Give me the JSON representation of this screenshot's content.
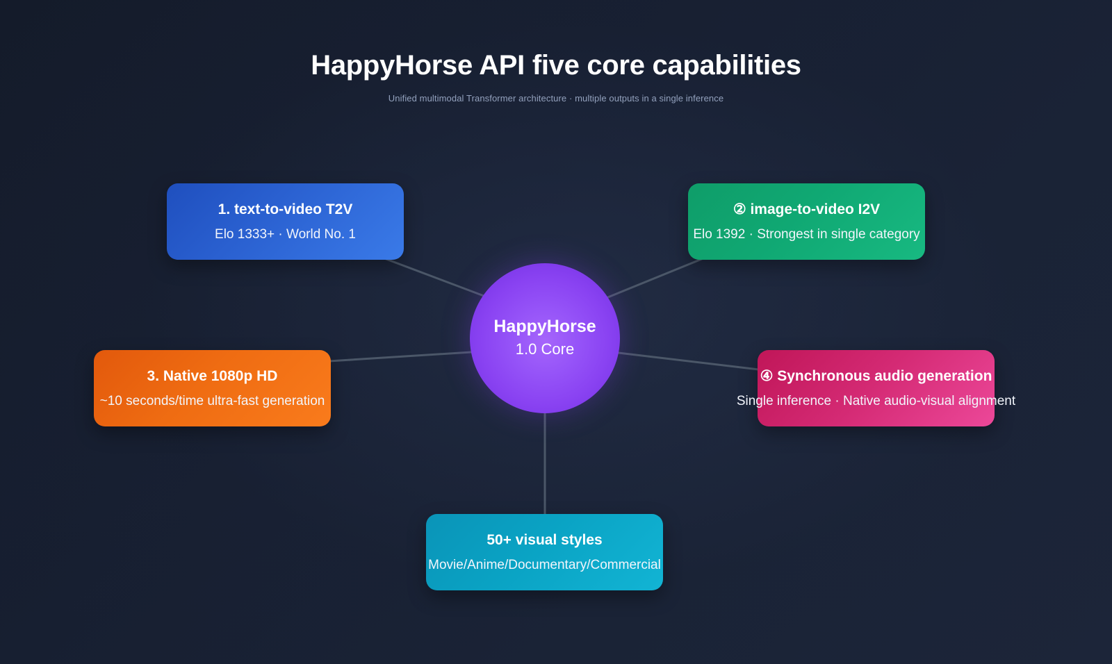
{
  "header": {
    "title": "HappyHorse API five core capabilities",
    "subtitle": "Unified multimodal Transformer architecture · multiple outputs in a single inference"
  },
  "hub": {
    "name": "HappyHorse",
    "version": "1.0 Core",
    "color": "#8a43f2"
  },
  "nodes": [
    {
      "id": "t2v",
      "title": "1. text-to-video T2V",
      "subtitle": "Elo 1333+ · World No. 1",
      "color": "#2a60d0"
    },
    {
      "id": "i2v",
      "title": "② image-to-video I2V",
      "subtitle": "Elo 1392 · Strongest in single category",
      "color": "#10a873"
    },
    {
      "id": "hd",
      "title": "3. Native 1080p HD",
      "subtitle": "~10 seconds/time ultra-fast generation",
      "color": "#ef6c12"
    },
    {
      "id": "audio",
      "title": "④ Synchronous audio generation",
      "subtitle": "Single inference · Native audio-visual alignment",
      "color": "#d42a74"
    },
    {
      "id": "styles",
      "title": "50+ visual styles",
      "subtitle": "Movie/Anime/Documentary/Commercial",
      "color": "#0aa3c4"
    }
  ],
  "connectors": {
    "color": "#4b5768",
    "width": 3
  },
  "background": {
    "from": "#141b2a",
    "to": "#1c2539"
  }
}
